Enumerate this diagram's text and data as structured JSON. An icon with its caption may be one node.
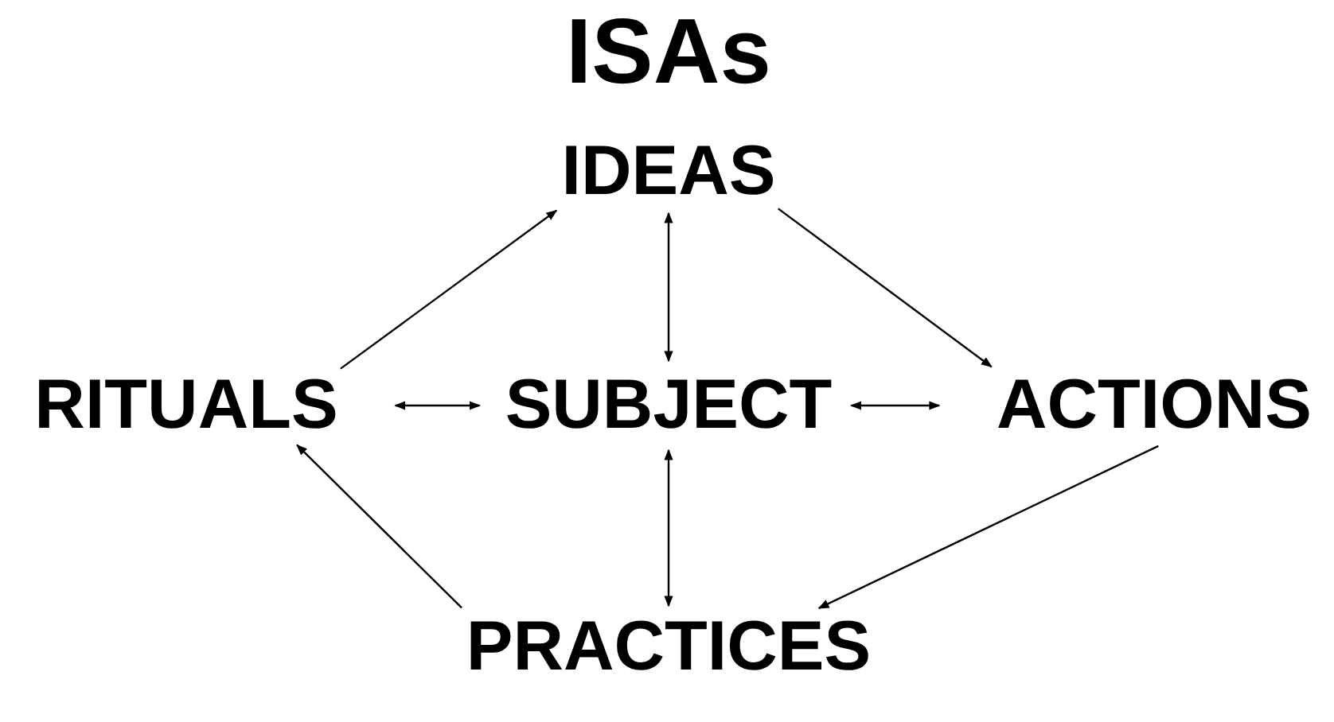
{
  "diagram": {
    "title": "ISAs",
    "nodes": [
      {
        "text": [
          "IDEAS"
        ]
      },
      {
        "text": [
          "RITUALS"
        ]
      },
      {
        "text": [
          "SUBJECT"
        ]
      },
      {
        "text": [
          "ACTIONS"
        ]
      },
      {
        "text": [
          "PRACTICES"
        ]
      }
    ],
    "edges": [
      {
        "from": 1,
        "to": 0,
        "arrow": "to"
      },
      {
        "from": 0,
        "to": 3,
        "arrow": "to"
      },
      {
        "from": 3,
        "to": 4,
        "arrow": "to"
      },
      {
        "from": 4,
        "to": 1,
        "arrow": "to"
      },
      {
        "from": 1,
        "to": 2,
        "arrow": "both"
      },
      {
        "from": 2,
        "to": 3,
        "arrow": "both"
      },
      {
        "from": 0,
        "to": 2,
        "arrow": "both"
      },
      {
        "from": 2,
        "to": 4,
        "arrow": "both"
      }
    ]
  }
}
